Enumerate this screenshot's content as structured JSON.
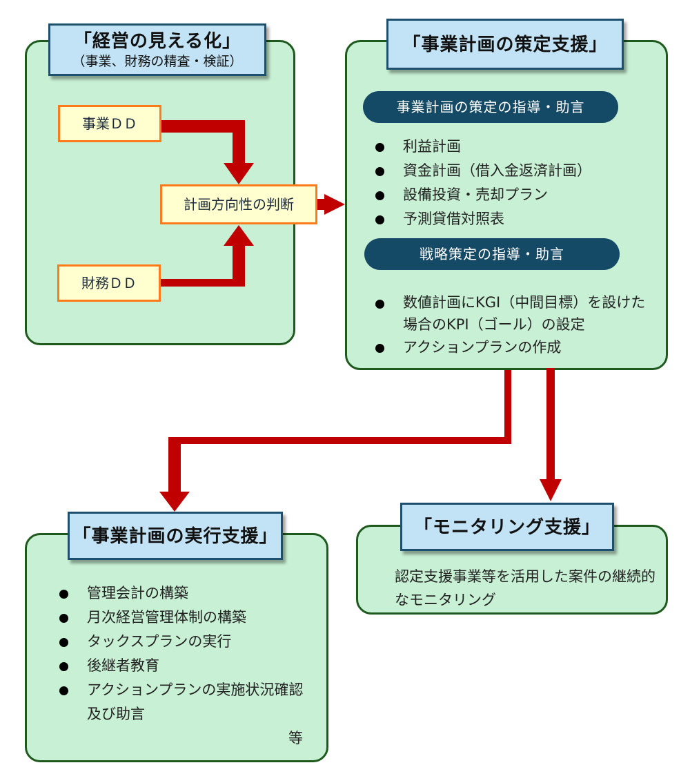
{
  "colors": {
    "panel_fill": "#c8f0d4",
    "panel_border": "#1e5a1e",
    "title_fill": "#c2e3f5",
    "title_border": "#1d4f6e",
    "dd_fill": "#ffffd0",
    "dd_border": "#ff7a1a",
    "pill_fill": "#144a66",
    "arrow": "#c00000"
  },
  "visualization": {
    "title": "「経営の見える化」",
    "subtitle": "（事業、財務の精査・検証）",
    "nodes": {
      "business_dd": "事業ＤＤ",
      "financial_dd": "財務ＤＤ",
      "direction": "計画方向性の判断"
    }
  },
  "planning": {
    "title": "「事業計画の策定支援」",
    "section1": {
      "label": "事業計画の策定の指導・助言",
      "items": [
        "利益計画",
        "資金計画（借入金返済計画）",
        "設備投資・売却プラン",
        "予測貸借対照表"
      ]
    },
    "section2": {
      "label": "戦略策定の指導・助言",
      "items": [
        "数値計画にKGI（中間目標）を設けた場合のKPI（ゴール）の設定",
        "アクションプランの作成"
      ]
    }
  },
  "execution": {
    "title": "「事業計画の実行支援」",
    "items": [
      "管理会計の構築",
      "月次経営管理体制の構築",
      "タックスプランの実行",
      "後継者教育",
      "アクションプランの実施状況確認及び助言"
    ],
    "footnote": "等"
  },
  "monitoring": {
    "title": "「モニタリング支援」",
    "text": "認定支援事業等を活用した案件の継続的なモニタリング"
  },
  "edges": [
    {
      "from": "事業ＤＤ",
      "to": "計画方向性の判断"
    },
    {
      "from": "財務ＤＤ",
      "to": "計画方向性の判断"
    },
    {
      "from": "計画方向性の判断",
      "to": "「事業計画の策定支援」"
    },
    {
      "from": "「事業計画の策定支援」",
      "to": "「事業計画の実行支援」"
    },
    {
      "from": "「事業計画の策定支援」",
      "to": "「モニタリング支援」"
    }
  ]
}
